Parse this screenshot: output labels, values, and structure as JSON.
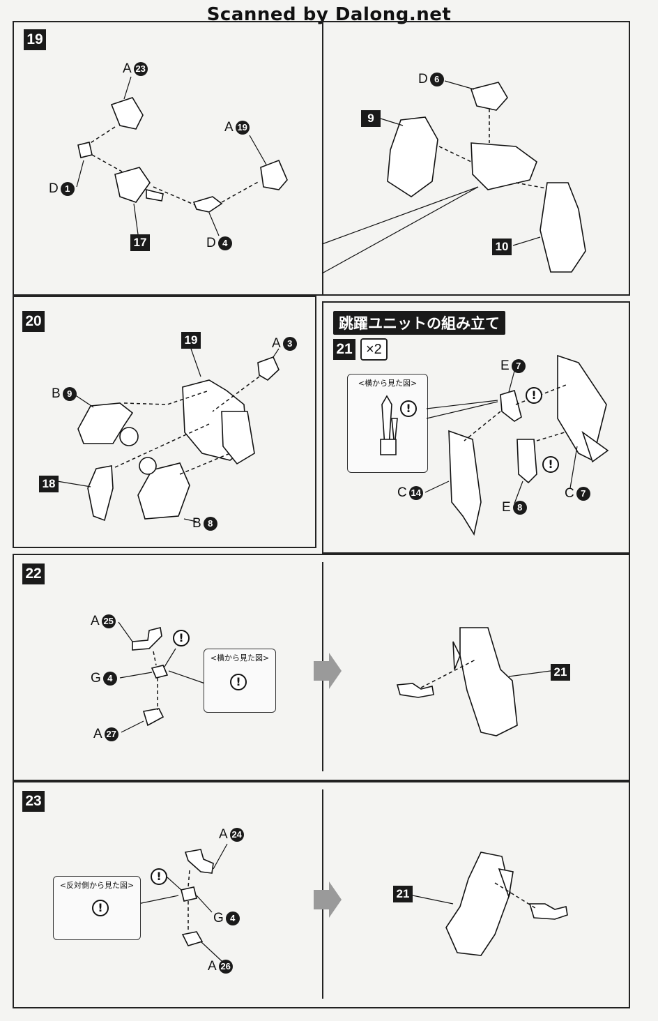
{
  "watermark": "Scanned by Dalong.net",
  "steps": {
    "s19": {
      "number": "19",
      "left": {
        "a23": {
          "letter": "A",
          "num": "23"
        },
        "a19": {
          "letter": "A",
          "num": "19"
        },
        "d1": {
          "letter": "D",
          "num": "1"
        },
        "d4": {
          "letter": "D",
          "num": "4"
        },
        "p17": "17"
      },
      "right": {
        "d6": {
          "letter": "D",
          "num": "6"
        },
        "p9": "9",
        "p10": "10"
      }
    },
    "s20": {
      "number": "20",
      "p19": "19",
      "a3": {
        "letter": "A",
        "num": "3"
      },
      "b9": {
        "letter": "B",
        "num": "9"
      },
      "p18": "18",
      "b8": {
        "letter": "B",
        "num": "8"
      }
    },
    "s21": {
      "section_title": "跳躍ユニットの組み立て",
      "number": "21",
      "multiplier": "×2",
      "note_title": "<横から見た図>",
      "e7": {
        "letter": "E",
        "num": "7"
      },
      "c14": {
        "letter": "C",
        "num": "14"
      },
      "e8": {
        "letter": "E",
        "num": "8"
      },
      "c7": {
        "letter": "C",
        "num": "7"
      }
    },
    "s22": {
      "number": "22",
      "a25": {
        "letter": "A",
        "num": "25"
      },
      "g4": {
        "letter": "G",
        "num": "4"
      },
      "a27": {
        "letter": "A",
        "num": "27"
      },
      "note_title": "<横から見た図>",
      "p21": "21"
    },
    "s23": {
      "number": "23",
      "a24": {
        "letter": "A",
        "num": "24"
      },
      "g4": {
        "letter": "G",
        "num": "4"
      },
      "a26": {
        "letter": "A",
        "num": "26"
      },
      "note_title": "<反対側から見た図>",
      "p21": "21"
    }
  },
  "excl_symbol": "!"
}
